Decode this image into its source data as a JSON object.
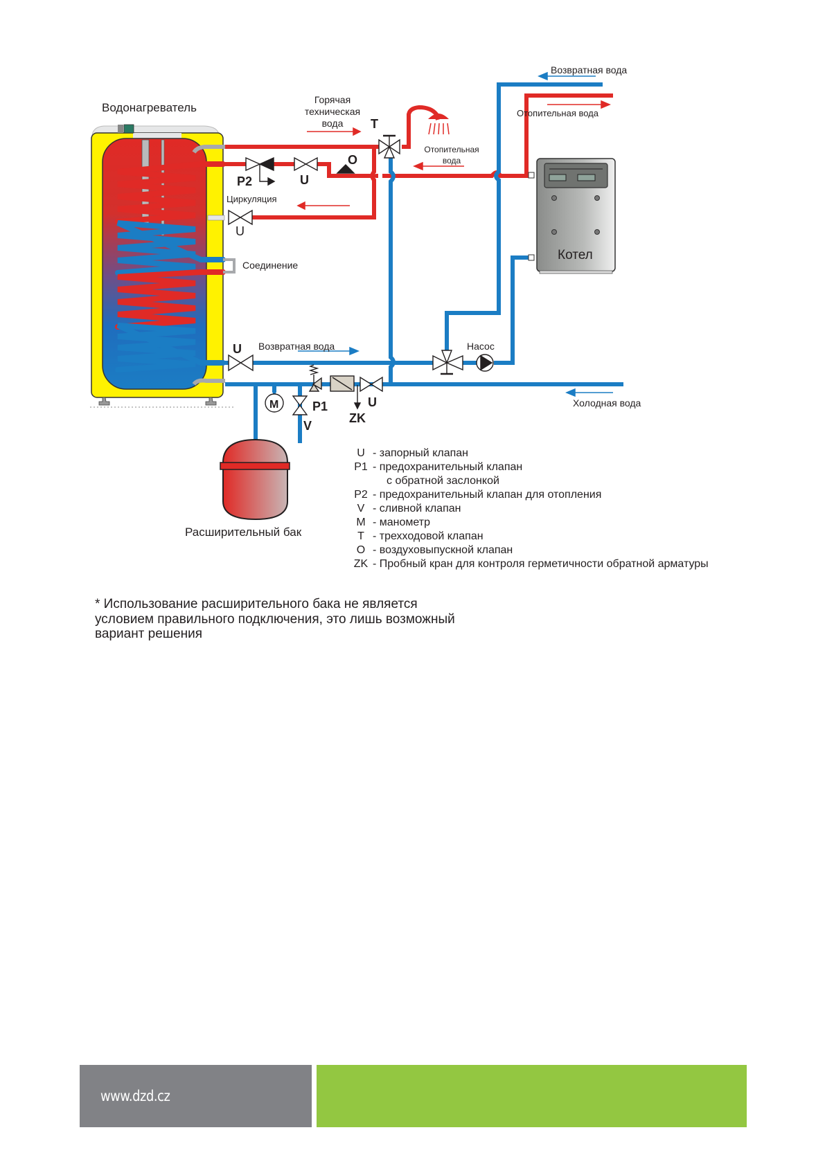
{
  "diagram": {
    "labels": {
      "water_heater": "Водонагреватель",
      "hot_tech_water": [
        "Горячая",
        "техническая",
        "вода"
      ],
      "return_water_top": "Возвратная  вода",
      "heating_water_top": "Отопительная вода",
      "heating_water_mid": [
        "Отопительная",
        "вода"
      ],
      "circulation": "Циркуляция",
      "connection": "Соединение",
      "return_water_bottom": "Возвратная  вода",
      "pump": "Насос",
      "boiler": "Котел",
      "cold_water": "Холодная вода",
      "expansion_tank": "Расширительный бак"
    },
    "symbols": {
      "T": "T",
      "O": "O",
      "P2": "P2",
      "U_top": "U",
      "U_circ": "U",
      "U_return": "U",
      "U_cold": "U",
      "P1": "P1",
      "M": "M",
      "V": "V",
      "ZK": "ZK"
    },
    "colors": {
      "hot_pipe": "#e02a26",
      "cold_pipe": "#1b7dc4",
      "tank_jacket": "#fff200",
      "boiler_body": "#9a9c9a"
    }
  },
  "legend": [
    {
      "key": "U",
      "text": "- запорный клапан"
    },
    {
      "key": "P1",
      "text": "- предохранительный клапан",
      "cont": "с обратной заслонкой"
    },
    {
      "key": "P2",
      "text": "- предохранительный клапан для отопления"
    },
    {
      "key": "V",
      "text": "- сливной клапан"
    },
    {
      "key": "M",
      "text": "- манометр"
    },
    {
      "key": "T",
      "text": "- трехходовой клапан"
    },
    {
      "key": "O",
      "text": "- воздуховыпускной клапан"
    },
    {
      "key": "ZK",
      "text": "- Пробный кран для контроля герметичности обратной арматуры"
    }
  ],
  "note": [
    "* Использование расширительного бака не является",
    "условием правильного подключения, это лишь возможный",
    "вариант решения"
  ],
  "footer": {
    "url": "www.dzd.cz"
  }
}
